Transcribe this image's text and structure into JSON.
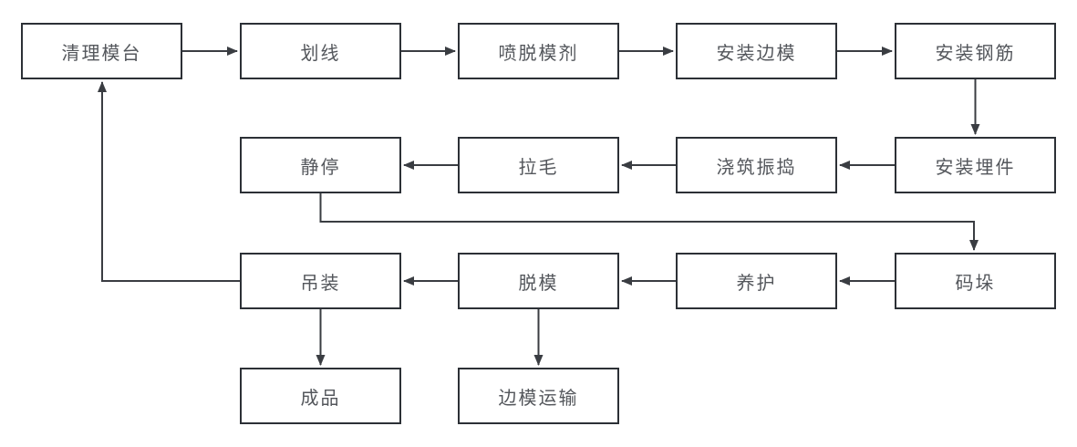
{
  "diagram": {
    "type": "flowchart",
    "background": "#ffffff",
    "colors": {
      "node_border": "#2c3036",
      "connector": "#3a3d42",
      "text": "#54575c"
    },
    "nodes": [
      {
        "id": "clean-mold-table",
        "label": "清理模台"
      },
      {
        "id": "marking",
        "label": "划线"
      },
      {
        "id": "spray-release-agent",
        "label": "喷脱模剂"
      },
      {
        "id": "install-side-forms",
        "label": "安装边模"
      },
      {
        "id": "install-rebar",
        "label": "安装钢筋"
      },
      {
        "id": "install-embedded-parts",
        "label": "安装埋件"
      },
      {
        "id": "pour-vibrate",
        "label": "浇筑振捣"
      },
      {
        "id": "roughening",
        "label": "拉毛"
      },
      {
        "id": "resting",
        "label": "静停"
      },
      {
        "id": "stacking",
        "label": "码垛"
      },
      {
        "id": "curing",
        "label": "养护"
      },
      {
        "id": "demolding",
        "label": "脱模"
      },
      {
        "id": "hoisting",
        "label": "吊装"
      },
      {
        "id": "finished-product",
        "label": "成品"
      },
      {
        "id": "side-form-transport",
        "label": "边模运输"
      }
    ],
    "edges": [
      {
        "from": "清理模台",
        "to": "划线"
      },
      {
        "from": "划线",
        "to": "喷脱模剂"
      },
      {
        "from": "喷脱模剂",
        "to": "安装边模"
      },
      {
        "from": "安装边模",
        "to": "安装钢筋"
      },
      {
        "from": "安装钢筋",
        "to": "安装埋件"
      },
      {
        "from": "安装埋件",
        "to": "浇筑振捣"
      },
      {
        "from": "浇筑振捣",
        "to": "拉毛"
      },
      {
        "from": "拉毛",
        "to": "静停"
      },
      {
        "from": "静停",
        "to": "码垛"
      },
      {
        "from": "码垛",
        "to": "养护"
      },
      {
        "from": "养护",
        "to": "脱模"
      },
      {
        "from": "脱模",
        "to": "吊装"
      },
      {
        "from": "吊装",
        "to": "清理模台"
      },
      {
        "from": "吊装",
        "to": "成品"
      },
      {
        "from": "脱模",
        "to": "边模运输"
      }
    ]
  }
}
